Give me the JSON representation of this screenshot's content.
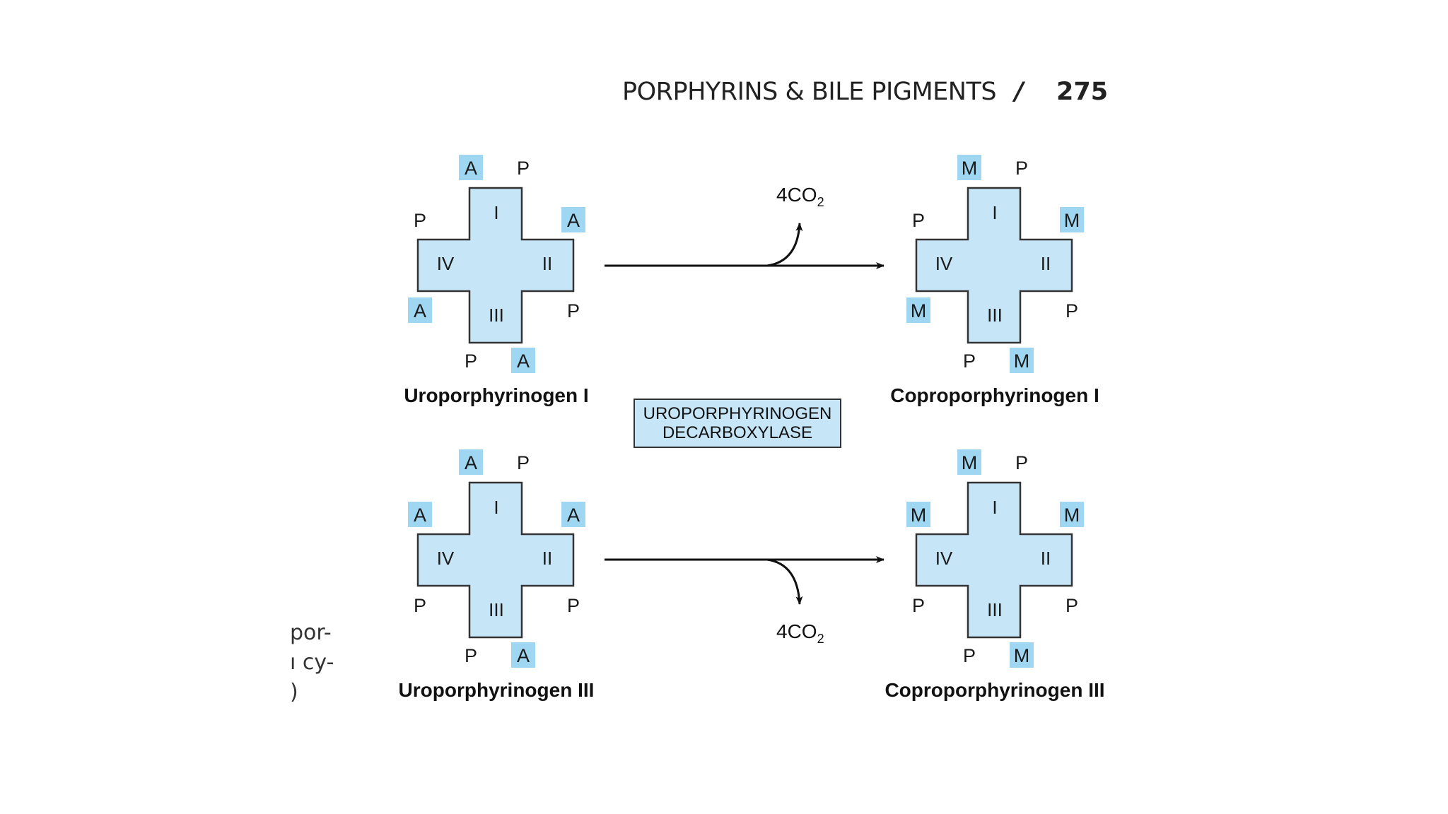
{
  "header": {
    "title": "PORPHYRINS & BILE PIGMENTS",
    "separator": "/",
    "page_number": "275"
  },
  "margin_fragments": [
    "por-",
    "ı cy-",
    ")"
  ],
  "enzyme": {
    "line1": "UROPORPHYRINOGEN",
    "line2": "DECARBOXYLASE"
  },
  "co2": {
    "top_main": "4CO",
    "top_sub": "2",
    "bottom_main": "4CO",
    "bottom_sub": "2"
  },
  "rings": [
    "I",
    "II",
    "III",
    "IV"
  ],
  "colors": {
    "fill": "#c6e6f8",
    "highlight": "#9fd6f2",
    "stroke": "#333333"
  },
  "molecules": [
    {
      "name": "Uroporphyrinogen I",
      "substituents": {
        "top_left": "A",
        "top_right": "P",
        "right_top": "A",
        "right_bottom": "P",
        "bottom_right": "A",
        "bottom_left": "P",
        "left_bottom": "A",
        "left_top": "P"
      }
    },
    {
      "name": "Coproporphyrinogen I",
      "substituents": {
        "top_left": "M",
        "top_right": "P",
        "right_top": "M",
        "right_bottom": "P",
        "bottom_right": "M",
        "bottom_left": "P",
        "left_bottom": "M",
        "left_top": "P"
      }
    },
    {
      "name": "Uroporphyrinogen III",
      "substituents": {
        "top_left": "A",
        "top_right": "P",
        "right_top": "A",
        "right_bottom": "P",
        "bottom_right": "A",
        "bottom_left": "P",
        "left_bottom": "P",
        "left_top": "A"
      }
    },
    {
      "name": "Coproporphyrinogen III",
      "substituents": {
        "top_left": "M",
        "top_right": "P",
        "right_top": "M",
        "right_bottom": "P",
        "bottom_right": "M",
        "bottom_left": "P",
        "left_bottom": "P",
        "left_top": "M"
      }
    }
  ]
}
